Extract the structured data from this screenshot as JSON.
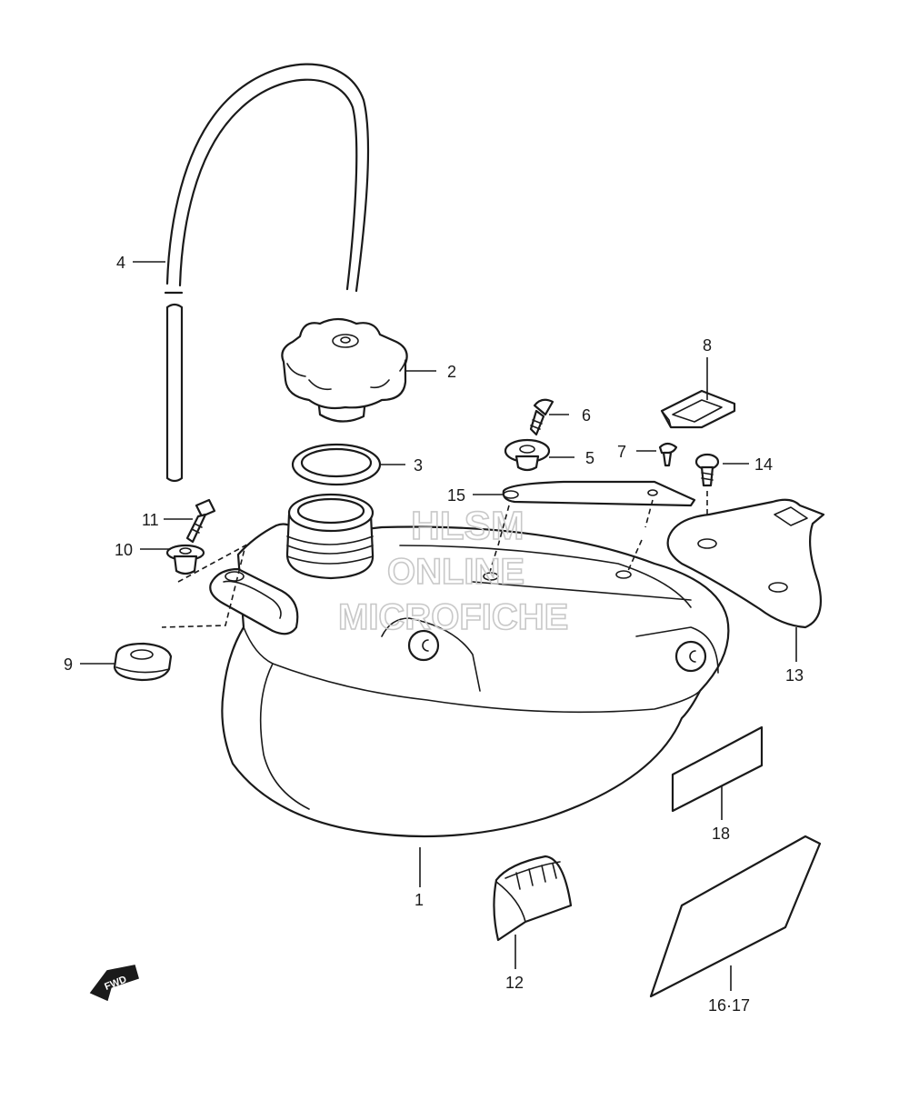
{
  "diagram": {
    "callouts": {
      "c1": "1",
      "c2": "2",
      "c3": "3",
      "c4": "4",
      "c5": "5",
      "c6": "6",
      "c7": "7",
      "c8": "8",
      "c9": "9",
      "c10": "10",
      "c11": "11",
      "c12": "12",
      "c13": "13",
      "c14": "14",
      "c15": "15",
      "c16_17": "16·17",
      "c18": "18"
    },
    "watermark": {
      "line1": "HLSM",
      "line2": "ONLINE",
      "line3": "MICROFICHE"
    },
    "direction_badge": "FWD"
  }
}
